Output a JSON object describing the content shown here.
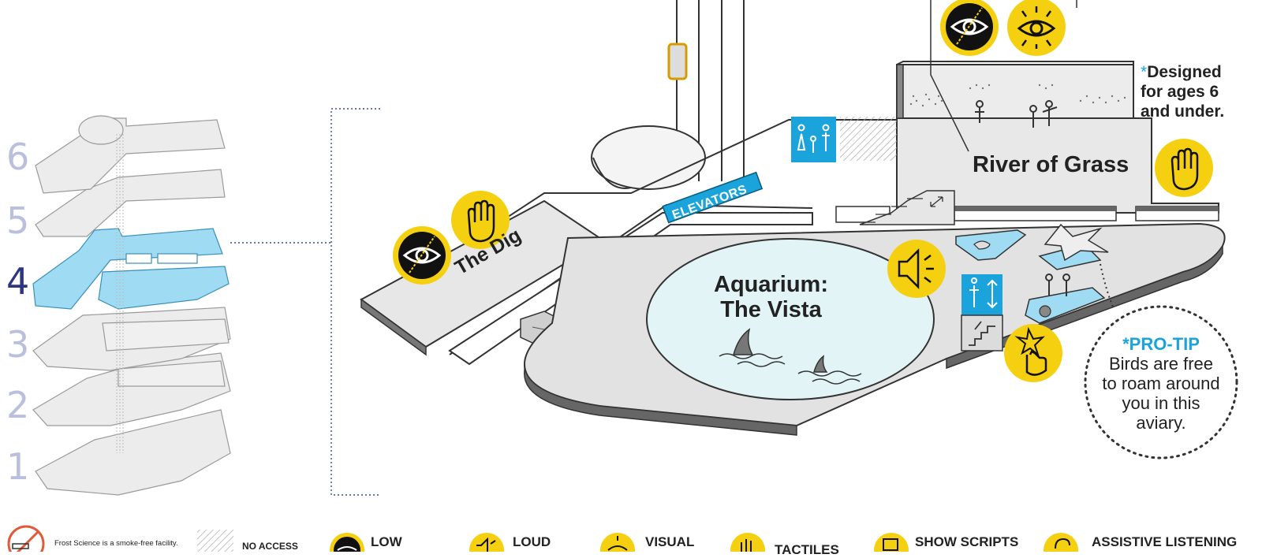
{
  "levels": {
    "numbers": [
      "6",
      "5",
      "4",
      "3",
      "2",
      "1"
    ],
    "active": "4"
  },
  "map": {
    "areas": {
      "the_dig": "The Dig",
      "aquarium_line1": "Aquarium:",
      "aquarium_line2": "The Vista",
      "river_of_grass": "River of Grass"
    },
    "elevators_label": "ELEVATORS",
    "age_note": {
      "asterisk": "*",
      "line1": "Designed",
      "line2": "for ages 6",
      "line3": "and under."
    },
    "pro_tip": {
      "title": "*PRO-TIP",
      "lines": [
        "Birds are free",
        "to roam around",
        "you in this",
        "aviary."
      ]
    }
  },
  "legend": {
    "smoke_free": "Frost Science is a smoke-free facility.",
    "no_access": "NO ACCESS",
    "low": "LOW",
    "loud": "LOUD",
    "visual": "VISUAL",
    "tactiles": "TACTILES",
    "show_scripts": "SHOW SCRIPTS",
    "assistive_listening": "ASSISTIVE LISTENING"
  },
  "colors": {
    "accent_yellow": "#f5d011",
    "accent_blue": "#1ba3dc",
    "active_level_fill": "#9fdcf3",
    "floor_grey": "#e6e6e6",
    "water": "#e2f4f6",
    "level_active_text": "#2c3682",
    "level_inactive_text": "#b9bfdc"
  },
  "icons": [
    "eye-slash-icon",
    "hand-icon",
    "speaker-icon",
    "eye-icon",
    "touch-icon",
    "family-restroom-icon",
    "elevator-icon",
    "stairs-icon",
    "no-smoking-icon",
    "scroll-icon",
    "ear-icon"
  ]
}
